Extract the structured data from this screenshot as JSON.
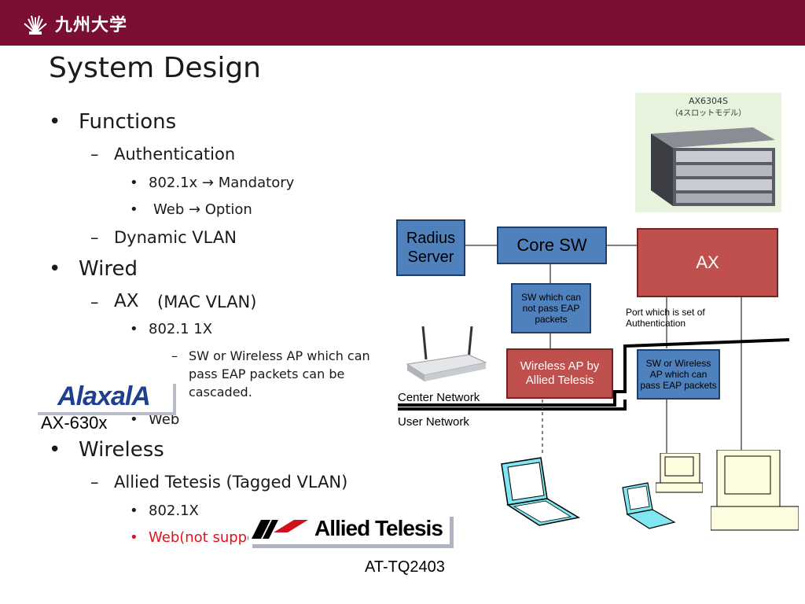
{
  "header": {
    "university": "九州大学"
  },
  "title": "System Design",
  "bullets": {
    "functions": "Functions",
    "authentication": "Authentication",
    "dot1x_mandatory": "802.1x → Mandatory",
    "web_option": "Web → Option",
    "dynamic_vlan": "Dynamic VLAN",
    "wired": "Wired",
    "ax_name": "AX",
    "ax_vlan": "(MAC VLAN)",
    "dot1x_wired": "802.1 1X",
    "sw_cascade": "SW or Wireless AP which can pass EAP packets can be cascaded.",
    "web": "Web",
    "wireless": "Wireless",
    "allied": "Allied Tetesis  (Tagged VLAN)",
    "dot1x_wireless": "802.1X",
    "web_not_supported": "Web(not supported)"
  },
  "logos": {
    "alaxala": "AlaxalA",
    "ax630x": "AX-630x",
    "allied_telesis": "Allied Telesis",
    "at_tq2403": "AT-TQ2403"
  },
  "product_photo": {
    "line1": "AX6304S",
    "line2": "（4スロットモデル）"
  },
  "diagram": {
    "radius_server": "Radius Server",
    "core_sw": "Core SW",
    "ax": "AX",
    "sw_pass_eap": "SW which can not pass EAP packets",
    "wireless_ap": "Wireless AP by Allied Telesis",
    "sw_wireless_pass": "SW or Wireless AP which can pass EAP packets",
    "port_auth": "Port which is set of Authentication",
    "center_network": "Center Network",
    "user_network": "User Network"
  },
  "colors": {
    "header": "#7b0f33",
    "blue_box": "#4f81bd",
    "red_box": "#c0504d",
    "red_text": "#e0141e"
  }
}
